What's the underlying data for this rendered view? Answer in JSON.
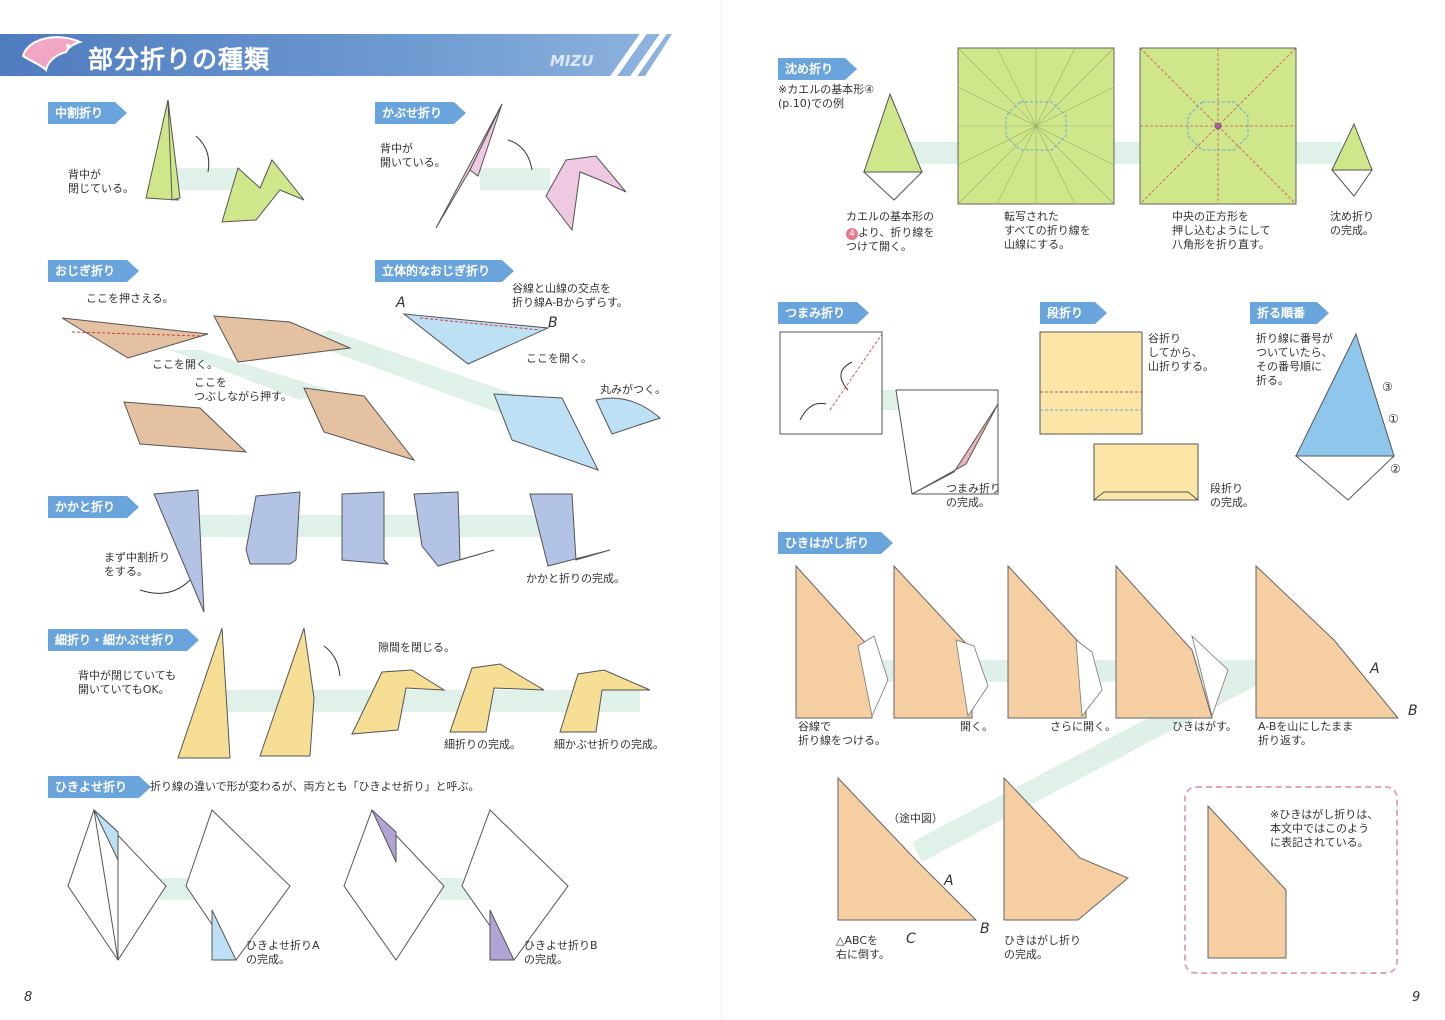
{
  "header": {
    "title": "部分折りの種類",
    "sub": "MIZU"
  },
  "left": {
    "nakawari": {
      "label": "中割折り",
      "note": "背中が\n閉じている。"
    },
    "kabuse": {
      "label": "かぶせ折り",
      "note": "背中が\n開いている。"
    },
    "ojigi": {
      "label": "おじぎ折り",
      "note1": "ここを押さえる。",
      "note2": "ここを開く。",
      "note3": "ここを\nつぶしながら押す。"
    },
    "rittai": {
      "label": "立体的なおじぎ折り",
      "note1": "谷線と山線の交点を\n折り線A-Bからずらす。",
      "note2": "ここを開く。",
      "note3": "丸みがつく。",
      "pointA": "A",
      "pointB": "B"
    },
    "kakato": {
      "label": "かかと折り",
      "note1": "まず中割折り\nをする。",
      "note2": "かかと折りの完成。"
    },
    "hoso": {
      "label": "細折り・細かぶせ折り",
      "note1": "背中が閉じていても\n開いていてもOK。",
      "note2": "隙間を閉じる。",
      "note3": "細折りの完成。",
      "note4": "細かぶせ折りの完成。"
    },
    "hikiyose": {
      "label": "ひきよせ折り",
      "desc": "折り線の違いで形が変わるが、両方とも「ひきよせ折り」と呼ぶ。",
      "noteA": "ひきよせ折りA\nの完成。",
      "noteB": "ひきよせ折りB\nの完成。"
    },
    "page_number": "8"
  },
  "right": {
    "shizume": {
      "label": "沈め折り",
      "intro": "※カエルの基本形④\n(p.10)での例",
      "cap1a": "カエルの基本形の",
      "cap1b_num": "4",
      "cap1b": "より、折り線を\nつけて開く。",
      "cap2": "転写された\nすべての折り線を\n山線にする。",
      "cap3": "中央の正方形を\n押し込むようにして\n八角形を折り直す。",
      "cap4": "沈め折り\nの完成。"
    },
    "tsumami": {
      "label": "つまみ折り",
      "note": "つまみ折り\nの完成。"
    },
    "dan": {
      "label": "段折り",
      "note1": "谷折り\nしてから、\n山折りする。",
      "note2": "段折り\nの完成。"
    },
    "order": {
      "label": "折る順番",
      "note": "折り線に番号が\nついていたら、\nその番号順に\n折る。",
      "n1": "①",
      "n2": "②",
      "n3": "③"
    },
    "hikihagashi": {
      "label": "ひきはがし折り",
      "c1": "谷線で\n折り線をつける。",
      "c2": "開く。",
      "c3": "さらに開く。",
      "c4": "ひきはがす。",
      "c5": "A-Bを山にしたまま\n折り返す。",
      "c6": "（途中図）",
      "c7": "△ABCを\n右に倒す。",
      "c8": "ひきはがし折り\nの完成。",
      "boxnote": "※ひきはがし折りは、\n本文中ではこのよう\nに表記されている。",
      "pointA": "A",
      "pointB": "B",
      "pointC": "C"
    },
    "page_number": "9"
  },
  "colors": {
    "label_bg": "#6aa4dd",
    "green": "#cfe68a",
    "pink": "#efc9e1",
    "tan": "#e4c2a1",
    "blue": "#bde0f4",
    "lavender": "#b2c3e6",
    "yellow": "#f6de95",
    "orange": "#f5cfa2",
    "cream": "#fbe6a8"
  }
}
